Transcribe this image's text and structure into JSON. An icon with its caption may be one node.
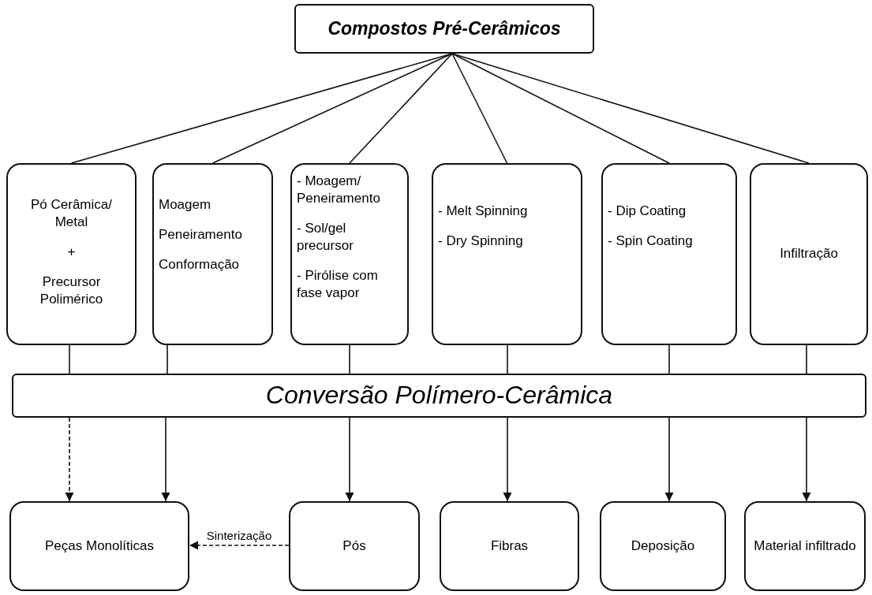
{
  "diagram": {
    "nodes": [
      {
        "text": [
          "Compostos Pré-Cerâmicos"
        ]
      },
      {
        "text": [
          "Pó Cerâmica/ Metal",
          "+",
          "Precursor Polimérico"
        ]
      },
      {
        "text": [
          "Moagem",
          "Peneiramento",
          "Conformação"
        ]
      },
      {
        "text": [
          "- Moagem/ Peneiramento",
          "- Sol/gel precursor",
          "- Pirólise com fase vapor"
        ]
      },
      {
        "text": [
          "- Melt Spinning",
          "- Dry Spinning"
        ]
      },
      {
        "text": [
          "- Dip Coating",
          "- Spin Coating"
        ]
      },
      {
        "text": [
          "Infiltração"
        ]
      },
      {
        "text": [
          "Conversão Polímero-Cerâmica"
        ]
      },
      {
        "text": [
          "Peças Monolíticas"
        ]
      },
      {
        "text": [
          "Pós"
        ]
      },
      {
        "text": [
          "Fibras"
        ]
      },
      {
        "text": [
          "Deposição"
        ]
      },
      {
        "text": [
          "Material infiltrado"
        ]
      }
    ],
    "edges": [
      {
        "from": 0,
        "to": 1,
        "arrow": "none"
      },
      {
        "from": 0,
        "to": 2,
        "arrow": "none"
      },
      {
        "from": 0,
        "to": 3,
        "arrow": "none"
      },
      {
        "from": 0,
        "to": 4,
        "arrow": "none"
      },
      {
        "from": 0,
        "to": 5,
        "arrow": "none"
      },
      {
        "from": 0,
        "to": 6,
        "arrow": "none"
      },
      {
        "from": 1,
        "to": 7,
        "arrow": "none"
      },
      {
        "from": 2,
        "to": 7,
        "arrow": "none"
      },
      {
        "from": 3,
        "to": 7,
        "arrow": "none"
      },
      {
        "from": 4,
        "to": 7,
        "arrow": "none"
      },
      {
        "from": 5,
        "to": 7,
        "arrow": "none"
      },
      {
        "from": 6,
        "to": 7,
        "arrow": "none"
      },
      {
        "from": 7,
        "to": 8,
        "arrow": "to",
        "style": "dashed"
      },
      {
        "from": 7,
        "to": 8,
        "arrow": "to"
      },
      {
        "from": 7,
        "to": 9,
        "arrow": "to"
      },
      {
        "from": 7,
        "to": 10,
        "arrow": "to"
      },
      {
        "from": 7,
        "to": 11,
        "arrow": "to"
      },
      {
        "from": 7,
        "to": 12,
        "arrow": "to"
      },
      {
        "from": 9,
        "to": 8,
        "arrow": "to",
        "label": "Sinterização",
        "style": "dashed"
      }
    ]
  }
}
